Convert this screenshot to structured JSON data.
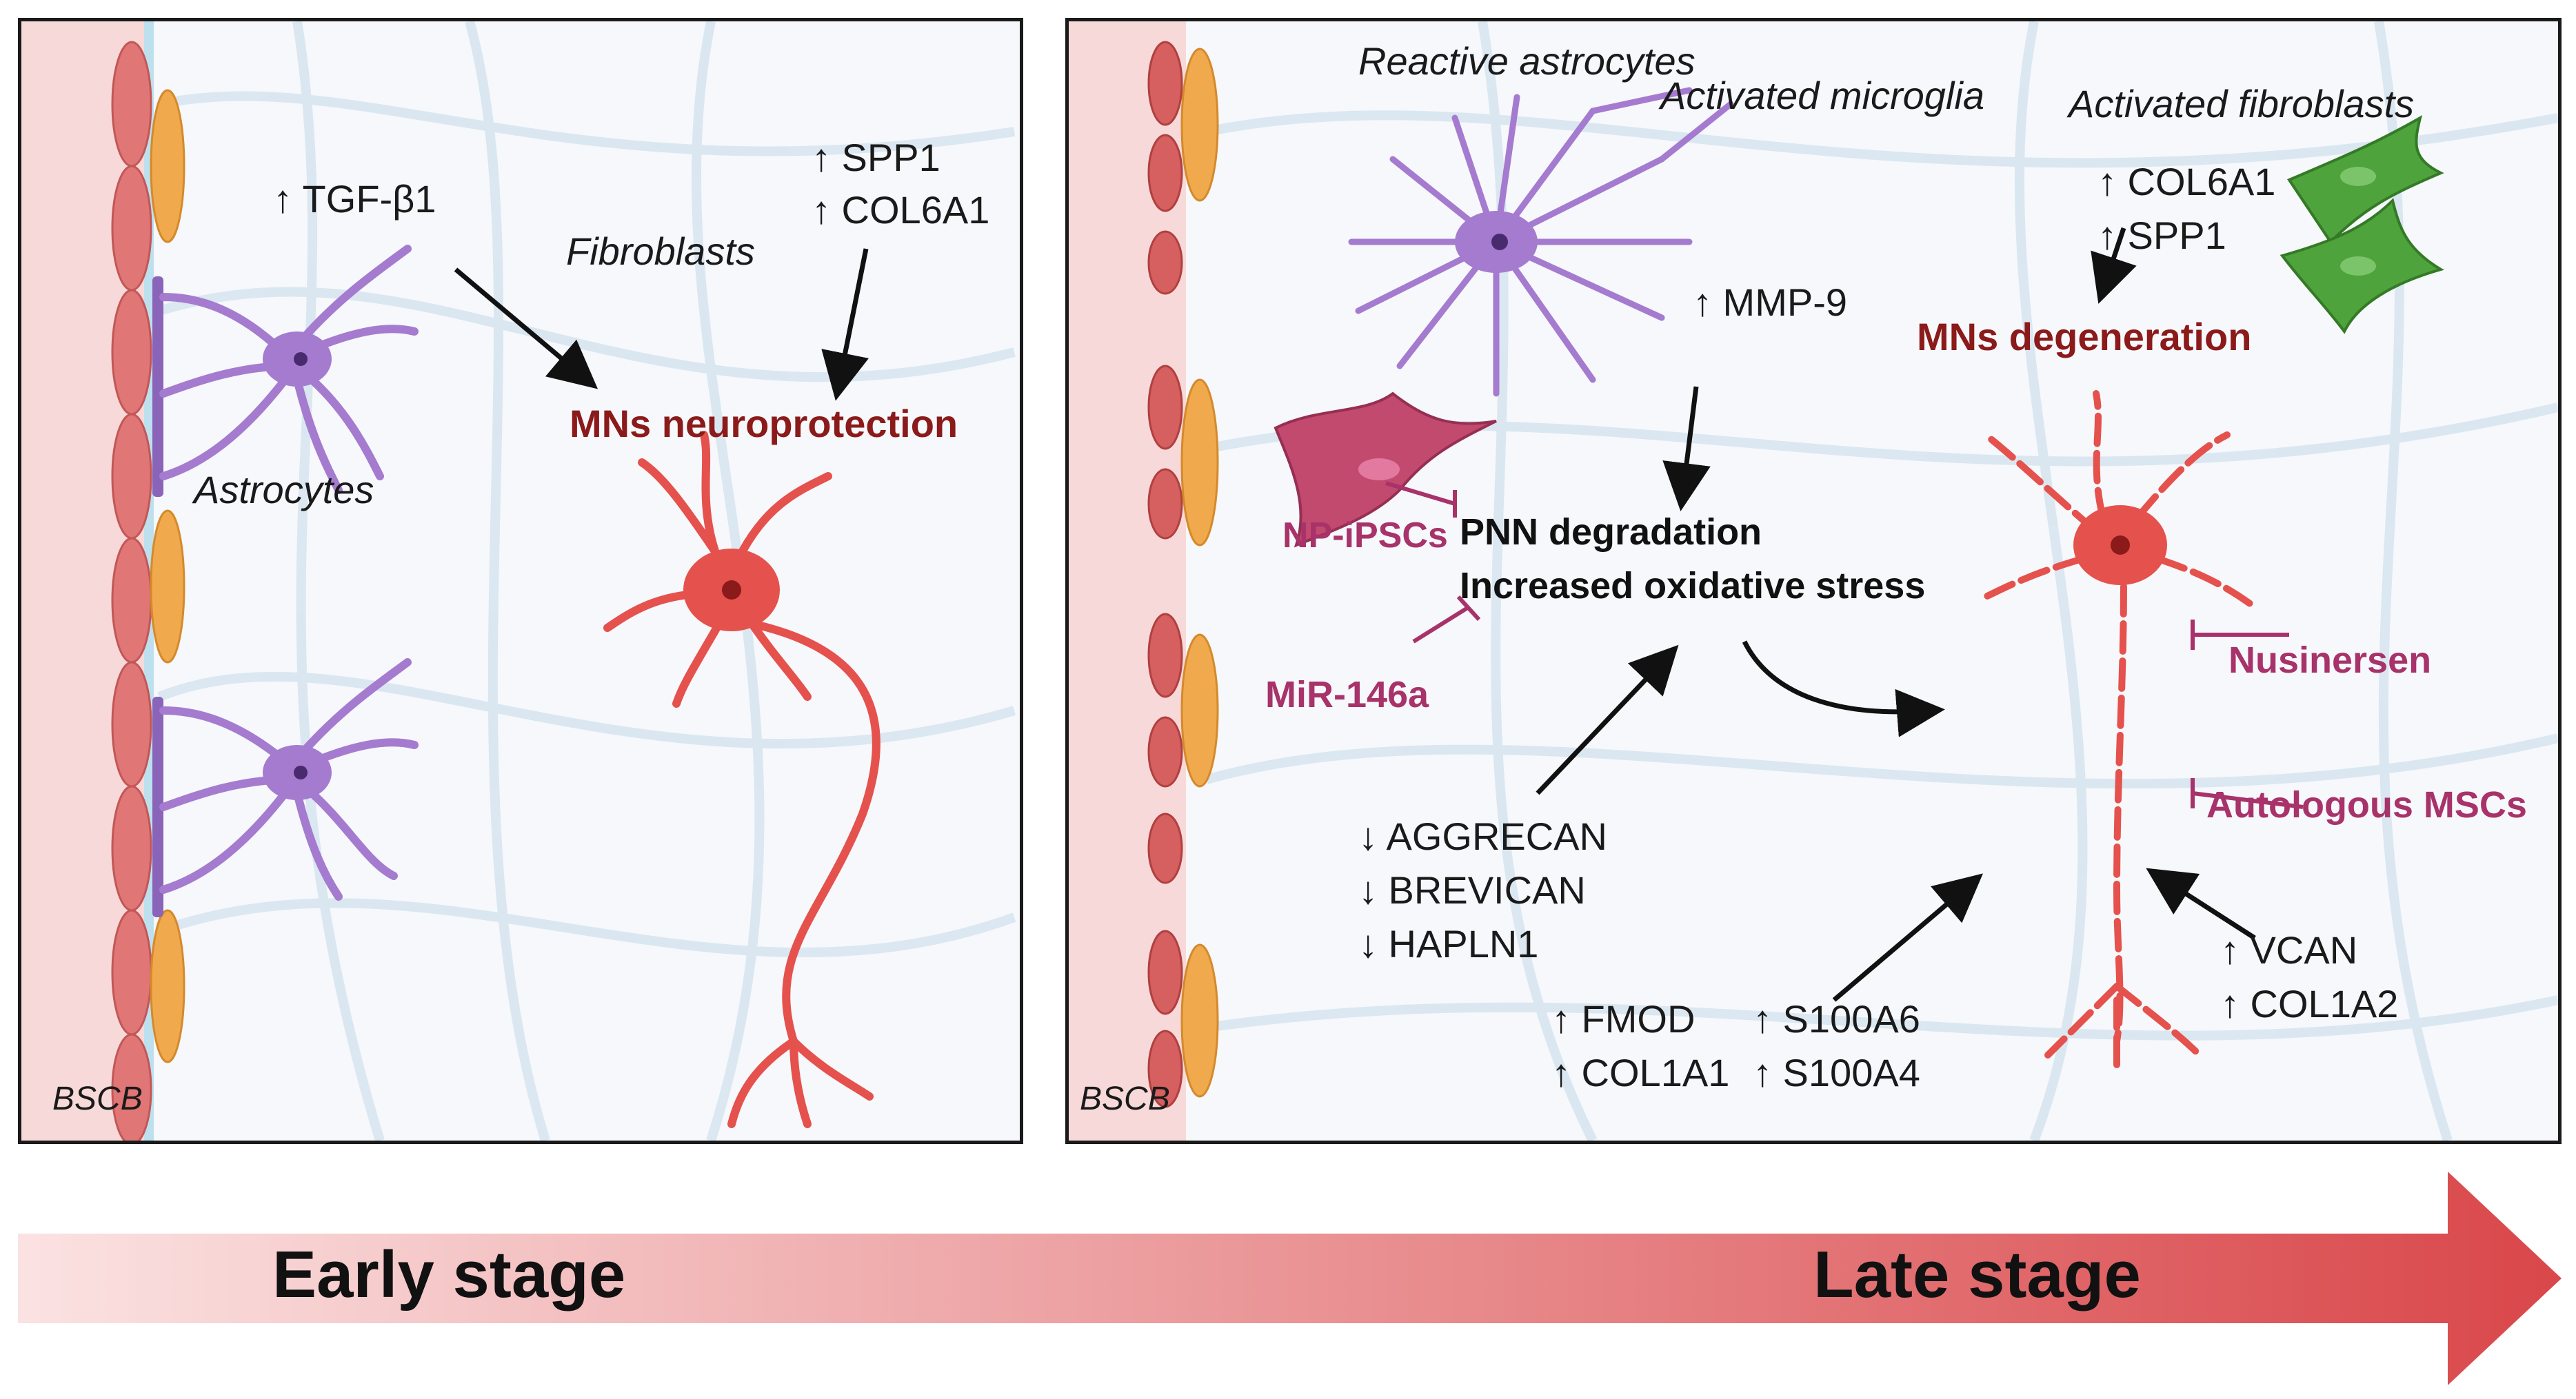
{
  "colors": {
    "bscb_band": "#f8d9d9",
    "bscb_line": "#bde0ee",
    "endothelial": "#e07676",
    "pericyte": "#f0aa4d",
    "astrocyte": "#a57bcf",
    "neuron": "#e5514c",
    "fibroblast": "#4ea33c",
    "np_ipsc": "#c24a6e",
    "therapy": "#a8326a",
    "title_red": "#8b1a1a",
    "arrow_start": "#fbe2e2",
    "arrow_end": "#d9474a"
  },
  "early": {
    "bscb": "BSCB",
    "astrocytes": "Astrocytes",
    "tgf": "↑ TGF-β1",
    "fibroblasts": "Fibroblasts",
    "spp1": "↑ SPP1",
    "col6a1": "↑ COL6A1",
    "outcome": "MNs neuroprotection"
  },
  "late": {
    "bscb": "BSCB",
    "reactive_astrocytes": "Reactive astrocytes",
    "activated_microglia": "Activated microglia",
    "activated_fibroblasts": "Activated fibroblasts",
    "col6a1": "↑ COL6A1",
    "spp1": "↑ SPP1",
    "outcome": "MNs degeneration",
    "mmp9": "↑ MMP-9",
    "np_ipscs": "NP-iPSCs",
    "pnn_degradation": "PNN degradation",
    "oxidative_stress": "Increased oxidative stress",
    "mir146a": "MiR-146a",
    "nusinersen": "Nusinersen",
    "autologous_mscs": "Autologous MSCs",
    "aggrecan": "↓ AGGRECAN",
    "brevican": "↓ BREVICAN",
    "hapln1": "↓ HAPLN1",
    "fmod": "↑ FMOD",
    "col1a1": "↑ COL1A1",
    "s100a6": "↑ S100A6",
    "s100a4": "↑ S100A4",
    "vcan": "↑ VCAN",
    "col1a2": "↑ COL1A2"
  },
  "timeline": {
    "early_label": "Early stage",
    "late_label": "Late stage"
  }
}
